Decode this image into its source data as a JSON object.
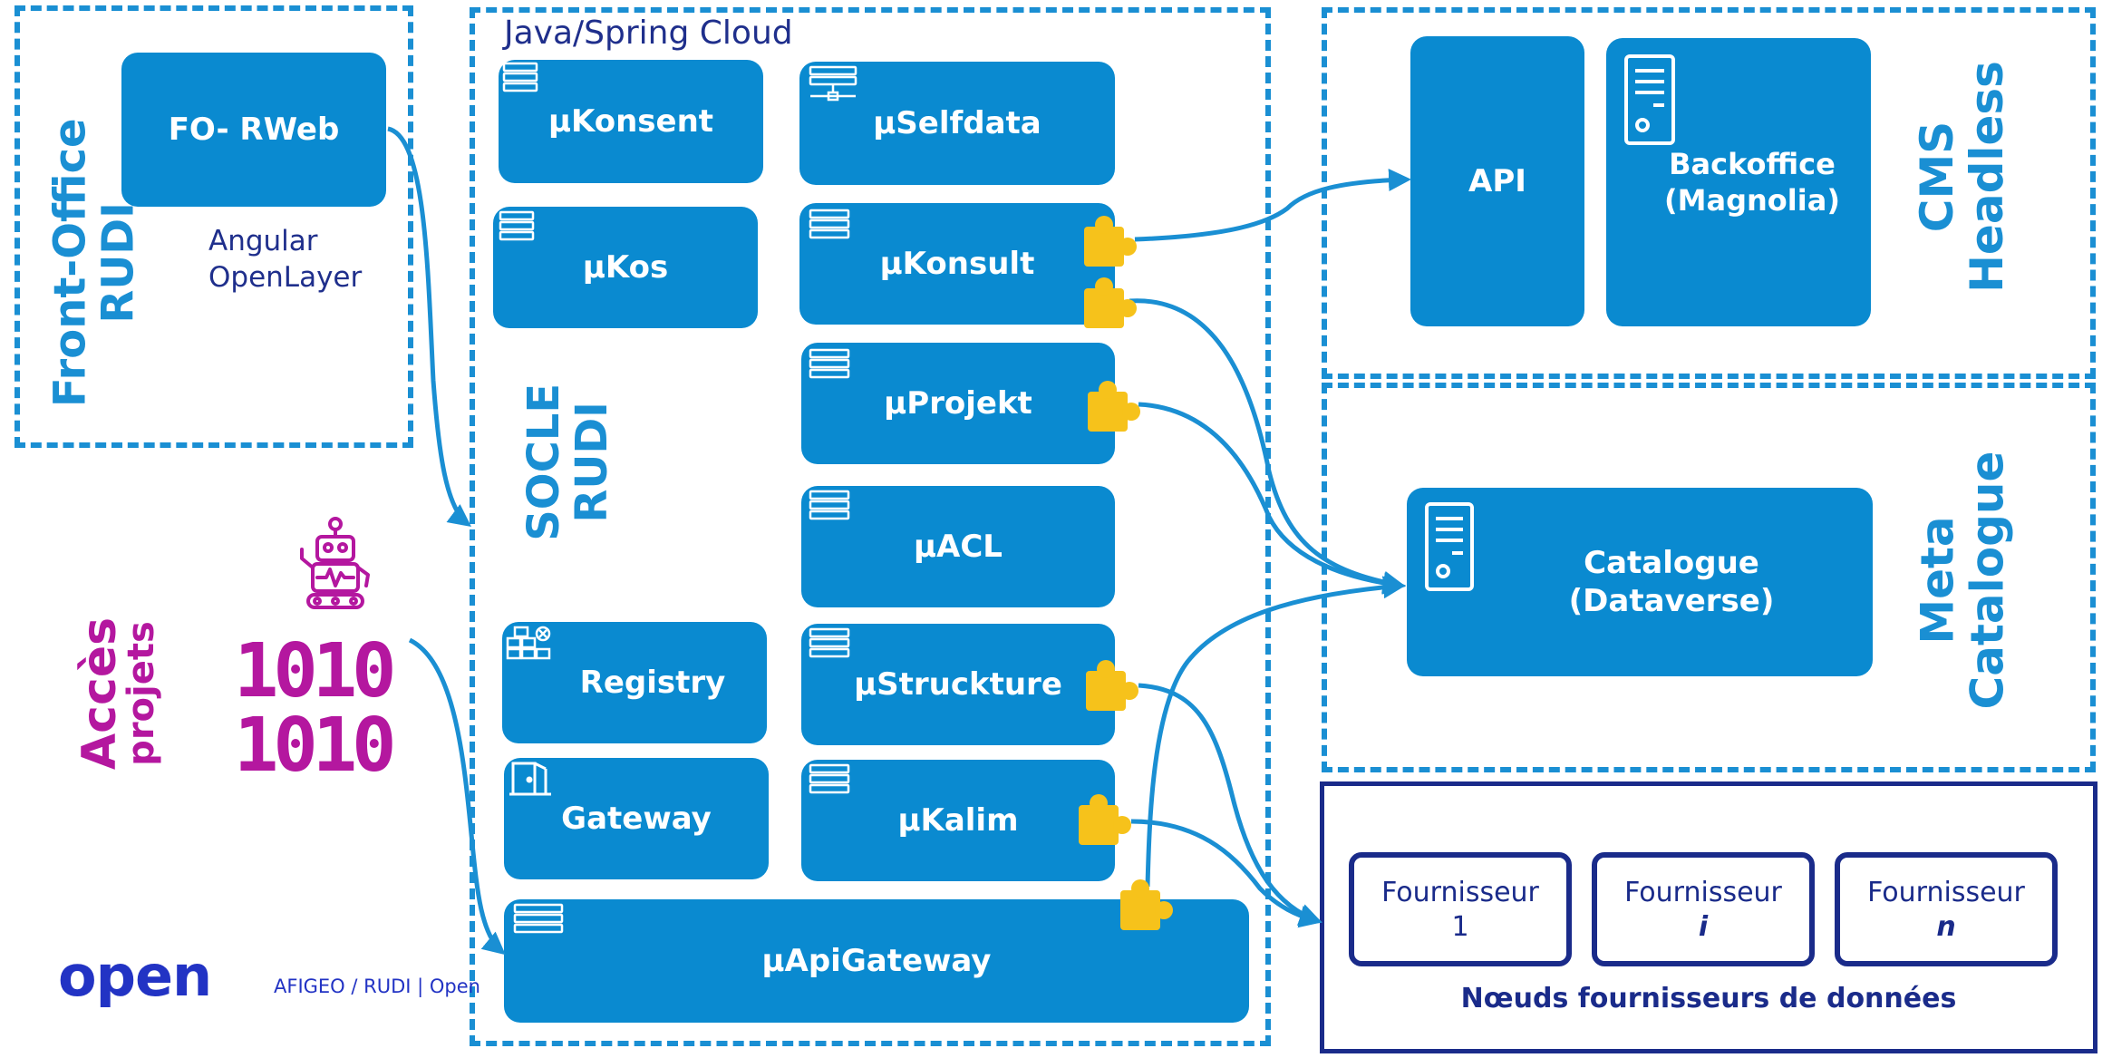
{
  "colors": {
    "accent": "#0a8ad0",
    "dash": "#1a8fd3",
    "navy": "#1a2b8a",
    "magenta": "#b4179f",
    "puzzle": "#f6c21b"
  },
  "front_office": {
    "title_line1": "Front-Office",
    "title_line2": "RUDI",
    "app": "FO- RWeb",
    "tech_line1": "Angular",
    "tech_line2": "OpenLayer"
  },
  "acces": {
    "title_line1": "Accès",
    "title_line2": "projets",
    "binary_line1": "1010",
    "binary_line2": "1010",
    "robot_icon": "robot-icon"
  },
  "socle": {
    "header": "Java/Spring Cloud",
    "label_line1": "SOCLE",
    "label_line2": "RUDI",
    "services": {
      "konsent": "µKonsent",
      "selfdata": "µSelfdata",
      "kos": "µKos",
      "konsult": "µKonsult",
      "projekt": "µProjekt",
      "acl": "µACL",
      "registry": "Registry",
      "struckture": "µStruckture",
      "gateway": "Gateway",
      "kalim": "µKalim",
      "apigateway": "µApiGateway"
    }
  },
  "cms": {
    "label_line1": "CMS",
    "label_line2": "Headless",
    "api": "API",
    "backoffice_line1": "Backoffice",
    "backoffice_line2": "(Magnolia)"
  },
  "meta": {
    "label_line1": "Meta",
    "label_line2": "Catalogue",
    "catalogue_line1": "Catalogue",
    "catalogue_line2": "(Dataverse)"
  },
  "providers": {
    "items": [
      {
        "name": "Fournisseur",
        "index": "1"
      },
      {
        "name": "Fournisseur",
        "index": "i"
      },
      {
        "name": "Fournisseur",
        "index": "n"
      }
    ],
    "caption": "Nœuds fournisseurs de données"
  },
  "footer": {
    "logo": "open",
    "text": "AFIGEO / RUDI | Open"
  }
}
